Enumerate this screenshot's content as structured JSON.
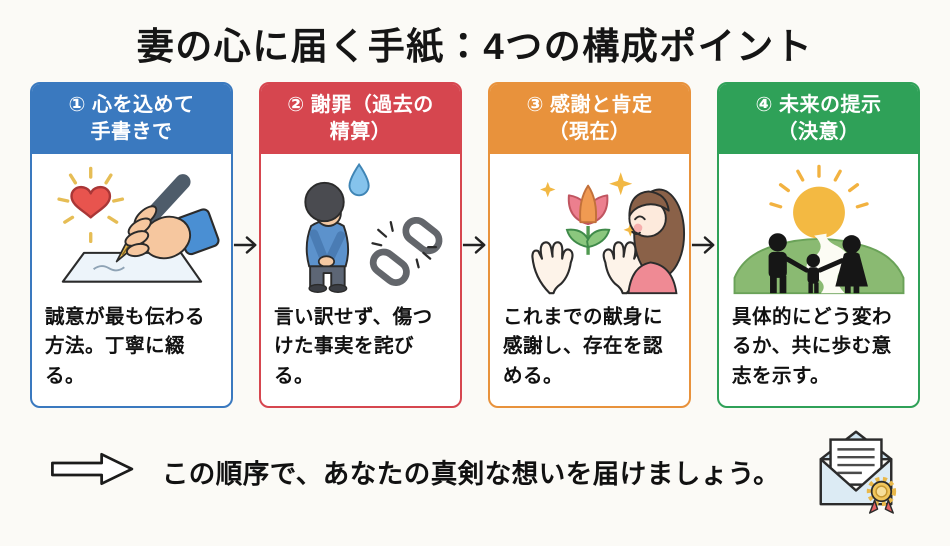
{
  "page": {
    "background_color": "#fbfaf6",
    "title": "妻の心に届く手紙：4つの構成ポイント"
  },
  "cards": [
    {
      "header": "① 心を込めて\n手書きで",
      "body": "誠意が最も伝わる方法。丁寧に綴る。",
      "color": "#3a79bf",
      "illustration": "hand-writing-letter-with-heart"
    },
    {
      "header": "② 謝罪（過去の\n精算）",
      "body": "言い訳せず、傷つけた事実を詫びる。",
      "color": "#d6464f",
      "illustration": "bowing-person-and-broken-chain"
    },
    {
      "header": "③ 感謝と肯定\n（現在）",
      "body": "これまでの献身に感謝し、存在を認める。",
      "color": "#e8923c",
      "illustration": "hands-holding-flower-and-smiling-woman"
    },
    {
      "header": "④ 未来の提示\n（決意）",
      "body": "具体的にどう変わるか、共に歩む意志を示す。",
      "color": "#2fa158",
      "illustration": "family-walking-toward-sunrise"
    }
  ],
  "connector": {
    "icon": "right-arrow"
  },
  "footer": {
    "arrow_icon": "hollow-right-arrow",
    "text": "この順序で、あなたの真剣な想いを届けましょう。",
    "icon": "sealed-letter-envelope"
  }
}
